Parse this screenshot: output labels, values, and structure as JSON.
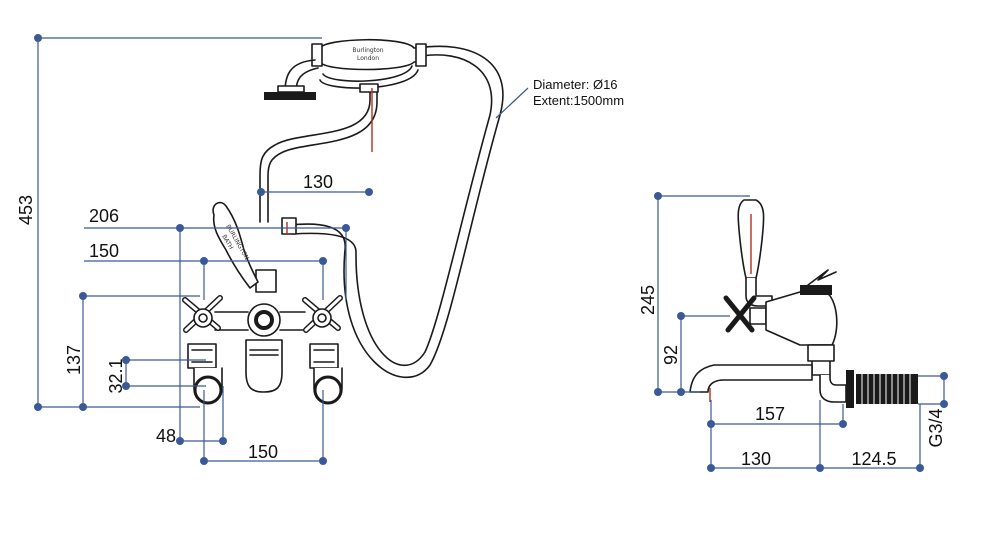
{
  "dimensions": {
    "overall_height": "453",
    "hose_offset": "130",
    "width_206": "206",
    "width_150_top": "150",
    "height_137": "137",
    "height_32_1": "32.1",
    "height_32_1_tick": "1",
    "gap_48": "48",
    "width_150_bottom": "150",
    "side_height_245": "245",
    "side_height_92": "92",
    "spout_157": "157",
    "depth_130": "130",
    "depth_124_5": "124.5",
    "thread_g3_4": "G3/4"
  },
  "hose_note": {
    "diameter": "Diameter: Ø16",
    "extent": "Extent:1500mm"
  },
  "handset_branding": {
    "line1": "Burlington",
    "line2": "London"
  },
  "lever_branding": {
    "line1": "BURLINGTON",
    "line2": "BATH"
  },
  "colors": {
    "dimension": "#3a5a96",
    "outline": "#1a1a1a",
    "centerline": "#b03020"
  }
}
